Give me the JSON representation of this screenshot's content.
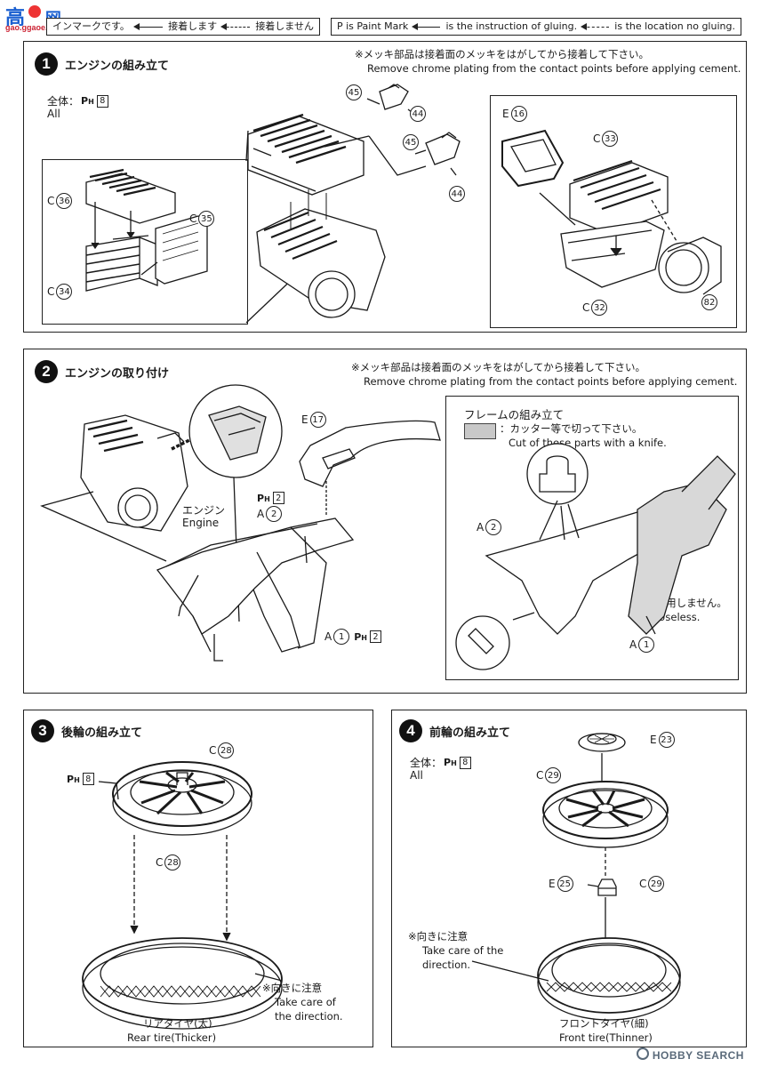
{
  "watermark_top": {
    "cn": "高",
    "suffix": "网",
    "domain": "gao.ggaoe.com"
  },
  "watermark_bottom": "HOBBY SEARCH",
  "legend_jp": {
    "mark": "インマークです。",
    "glue": "接着します",
    "noglue": "接着しません"
  },
  "legend_en": {
    "pmark": "P is Paint Mark",
    "glue": "is the instruction of gluing.",
    "noglue": "is the location no gluing."
  },
  "steps": [
    {
      "number": "1",
      "title": "エンジンの組み立て",
      "note_jp": "※メッキ部品は接着面のメッキをはがしてから接着して下さい。",
      "note_en": "Remove chrome plating from the contact points before applying cement.",
      "all_jp": "全体：",
      "all_en": "All",
      "all_paint": "8",
      "parts": {
        "c36": "36",
        "c35": "35",
        "c34": "34",
        "p45a": "45",
        "p44a": "44",
        "p45b": "45",
        "p44b": "44",
        "e16": "16",
        "c33": "33",
        "c32": "32",
        "p82": "82"
      },
      "prefix": {
        "c": "C",
        "e": "E"
      }
    },
    {
      "number": "2",
      "title": "エンジンの取り付け",
      "note_jp": "※メッキ部品は接着面のメッキをはがしてから接着して下さい。",
      "note_en": "Remove chrome plating from the contact points before applying cement.",
      "engine_jp": "エンジン",
      "engine_en": "Engine",
      "e17": "17",
      "paint_a2": "2",
      "a2": "2",
      "a1": "1",
      "paint_a1": "2",
      "frame_box": {
        "title": "フレームの組み立て",
        "cut_jp": "：カッター等で切って下さい。",
        "cut_en": "Cut of these parts with a knife.",
        "a2": "2",
        "a1": "1",
        "useless_jp": "※使用しません。",
        "useless_en": "Useless."
      },
      "prefix": {
        "a": "A",
        "e": "E"
      }
    },
    {
      "number": "3",
      "title": "後輪の組み立て",
      "c28a": "28",
      "c28b": "28",
      "paint": "8",
      "note_jp": "※向きに注意",
      "note_en1": "Take care of",
      "note_en2": "the direction.",
      "tire_jp": "リアタイヤ(太)",
      "tire_en": "Rear tire(Thicker)",
      "prefix": "C"
    },
    {
      "number": "4",
      "title": "前輪の組み立て",
      "all_jp": "全体：",
      "all_en": "All",
      "all_paint": "8",
      "e23": "23",
      "c29a": "29",
      "c29b": "29",
      "e25": "25",
      "note_jp": "※向きに注意",
      "note_en1": "Take care of the",
      "note_en2": "direction.",
      "tire_jp": "フロントタイヤ(細)",
      "tire_en": "Front tire(Thinner)",
      "prefix": {
        "c": "C",
        "e": "E"
      }
    }
  ]
}
